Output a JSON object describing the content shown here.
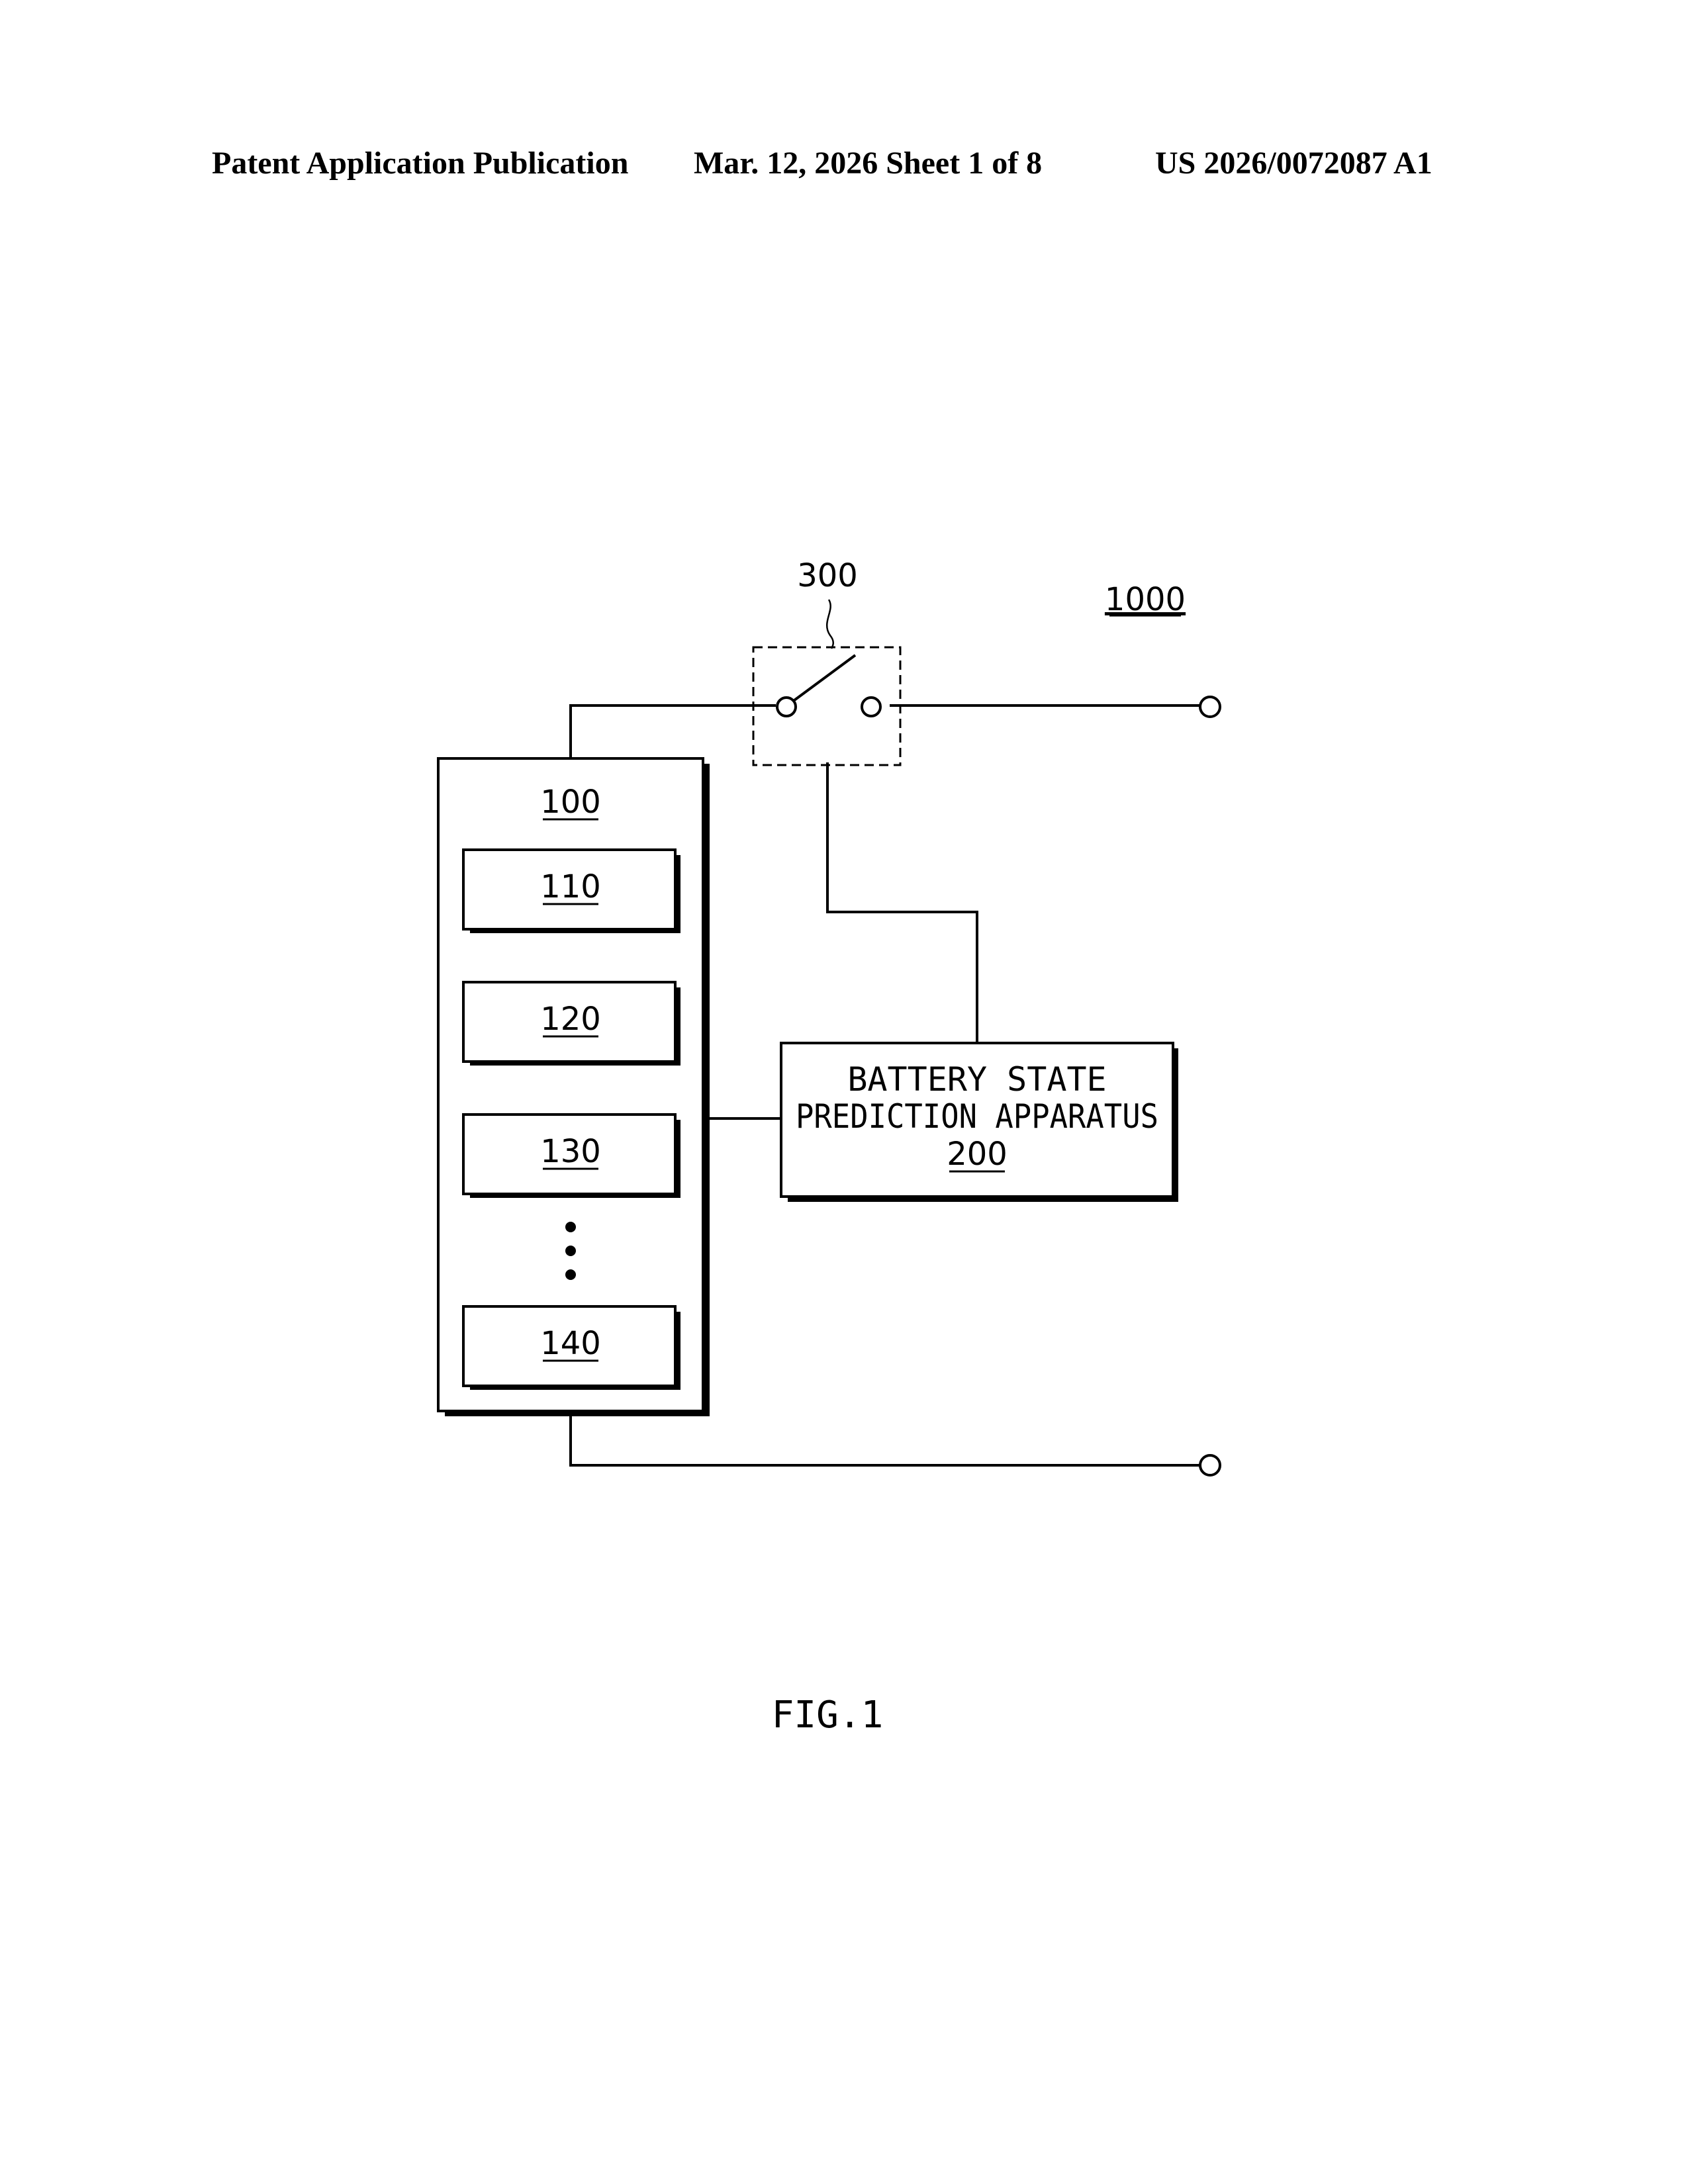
{
  "header": {
    "left": "Patent Application Publication",
    "middle": "Mar. 12, 2026  Sheet 1 of 8",
    "right": "US 2026/0072087 A1"
  },
  "diagram": {
    "system_ref": "1000",
    "switch_ref": "300",
    "pack_ref": "100",
    "cells": [
      "110",
      "120",
      "130",
      "140"
    ],
    "apparatus": {
      "line1": "BATTERY STATE",
      "line2": "PREDICTION APPARATUS",
      "ref": "200"
    }
  },
  "caption": "FIG.1"
}
